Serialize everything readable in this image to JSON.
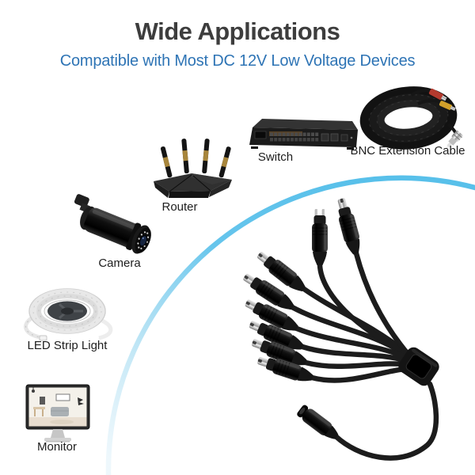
{
  "header": {
    "title": "Wide Applications",
    "subtitle": "Compatible with Most DC 12V Low Voltage Devices"
  },
  "devices": [
    {
      "name": "switch",
      "label": "Switch",
      "icon": "network-switch-icon"
    },
    {
      "name": "bnc-extension-cable",
      "label": "BNC Extension Cable",
      "icon": "coiled-bnc-cable-icon"
    },
    {
      "name": "router",
      "label": "Router",
      "icon": "wifi-router-icon"
    },
    {
      "name": "camera",
      "label": "Camera",
      "icon": "bullet-camera-icon"
    },
    {
      "name": "led-strip-light",
      "label": "LED Strip Light",
      "icon": "led-strip-coil-icon"
    },
    {
      "name": "monitor",
      "label": "Monitor",
      "icon": "desktop-monitor-icon"
    }
  ],
  "product": {
    "icon": "dc-1-to-8-power-splitter-cable-icon",
    "connector_count": 8
  },
  "colors": {
    "background": "#ffffff",
    "title": "#3d3d3d",
    "subtitle": "#2e74b5",
    "label": "#1d1d1d",
    "accent_arc": "#5cc1ea",
    "cable_black": "#1c1c1c"
  }
}
